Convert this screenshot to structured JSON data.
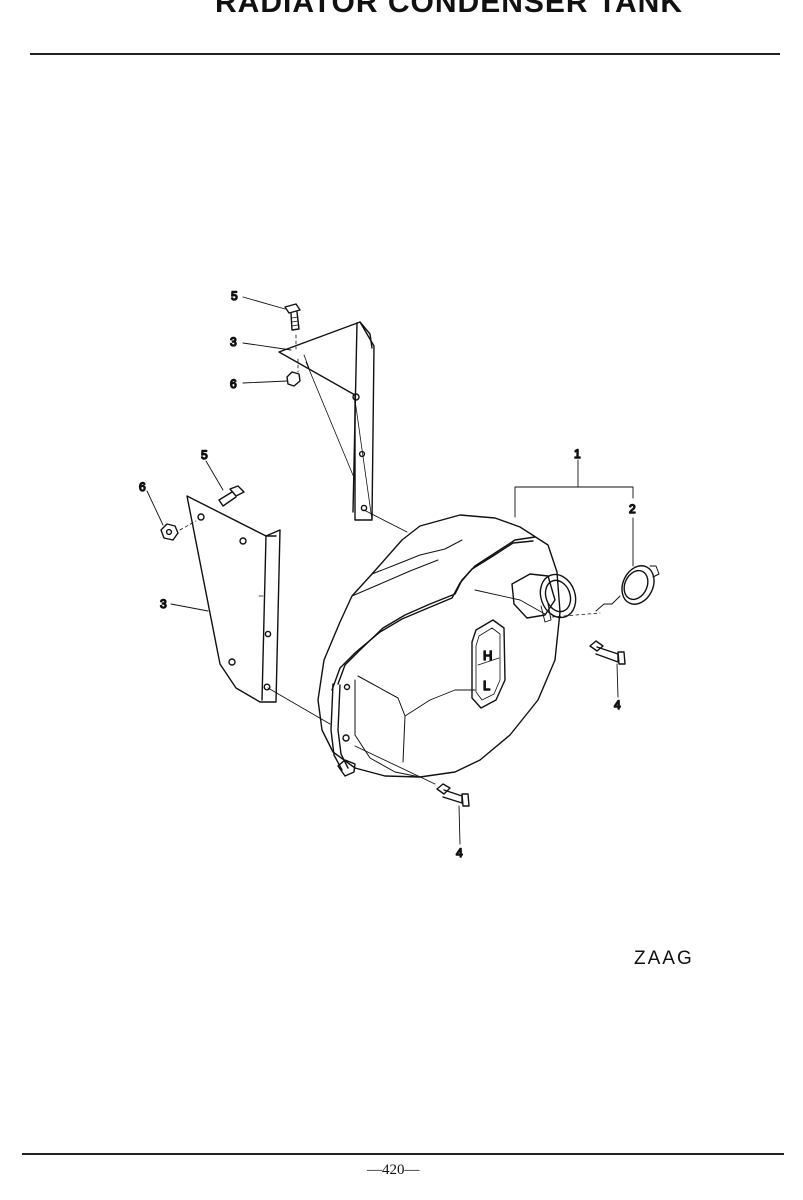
{
  "header": {
    "title": "RADIATOR CONDENSER TANK"
  },
  "callouts": {
    "c1": "1",
    "c2": "2",
    "c3a": "3",
    "c3b": "3",
    "c4a": "4",
    "c4b": "4",
    "c5a": "5",
    "c5b": "5",
    "c6a": "6",
    "c6b": "6"
  },
  "tank_labels": {
    "high": "H",
    "low": "L"
  },
  "drawing_code": "ZAAG",
  "page_number": "—420—"
}
